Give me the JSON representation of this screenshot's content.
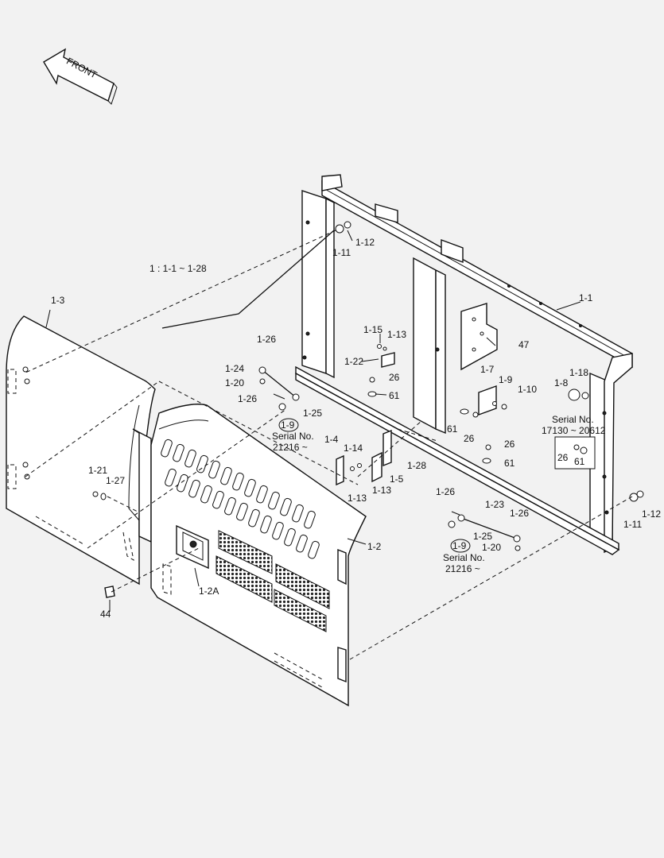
{
  "front_arrow": {
    "label": "FRONT"
  },
  "range_note": {
    "text": "1 : 1-1 ~ 1-28"
  },
  "serial_notes": [
    {
      "ref": "1-9",
      "line1": "Serial No.",
      "line2": "21216 ~"
    },
    {
      "ref": "1-9",
      "line1": "Serial No.",
      "line2": "21216 ~"
    },
    {
      "line1": "Serial No.",
      "line2": "17130 ~ 20612"
    }
  ],
  "labels": [
    "1-1",
    "1-2",
    "1-2A",
    "1-3",
    "1-4",
    "1-5",
    "1-7",
    "1-8",
    "1-9",
    "1-10",
    "1-11",
    "1-12",
    "1-13",
    "1-13",
    "1-13",
    "1-14",
    "1-15",
    "1-18",
    "1-20",
    "1-20",
    "1-21",
    "1-22",
    "1-23",
    "1-24",
    "1-25",
    "1-25",
    "1-26",
    "1-26",
    "1-26",
    "1-26",
    "1-27",
    "1-28",
    "26",
    "26",
    "26",
    "26",
    "44",
    "47",
    "61",
    "61",
    "61",
    "61",
    "1-11",
    "1-12"
  ]
}
